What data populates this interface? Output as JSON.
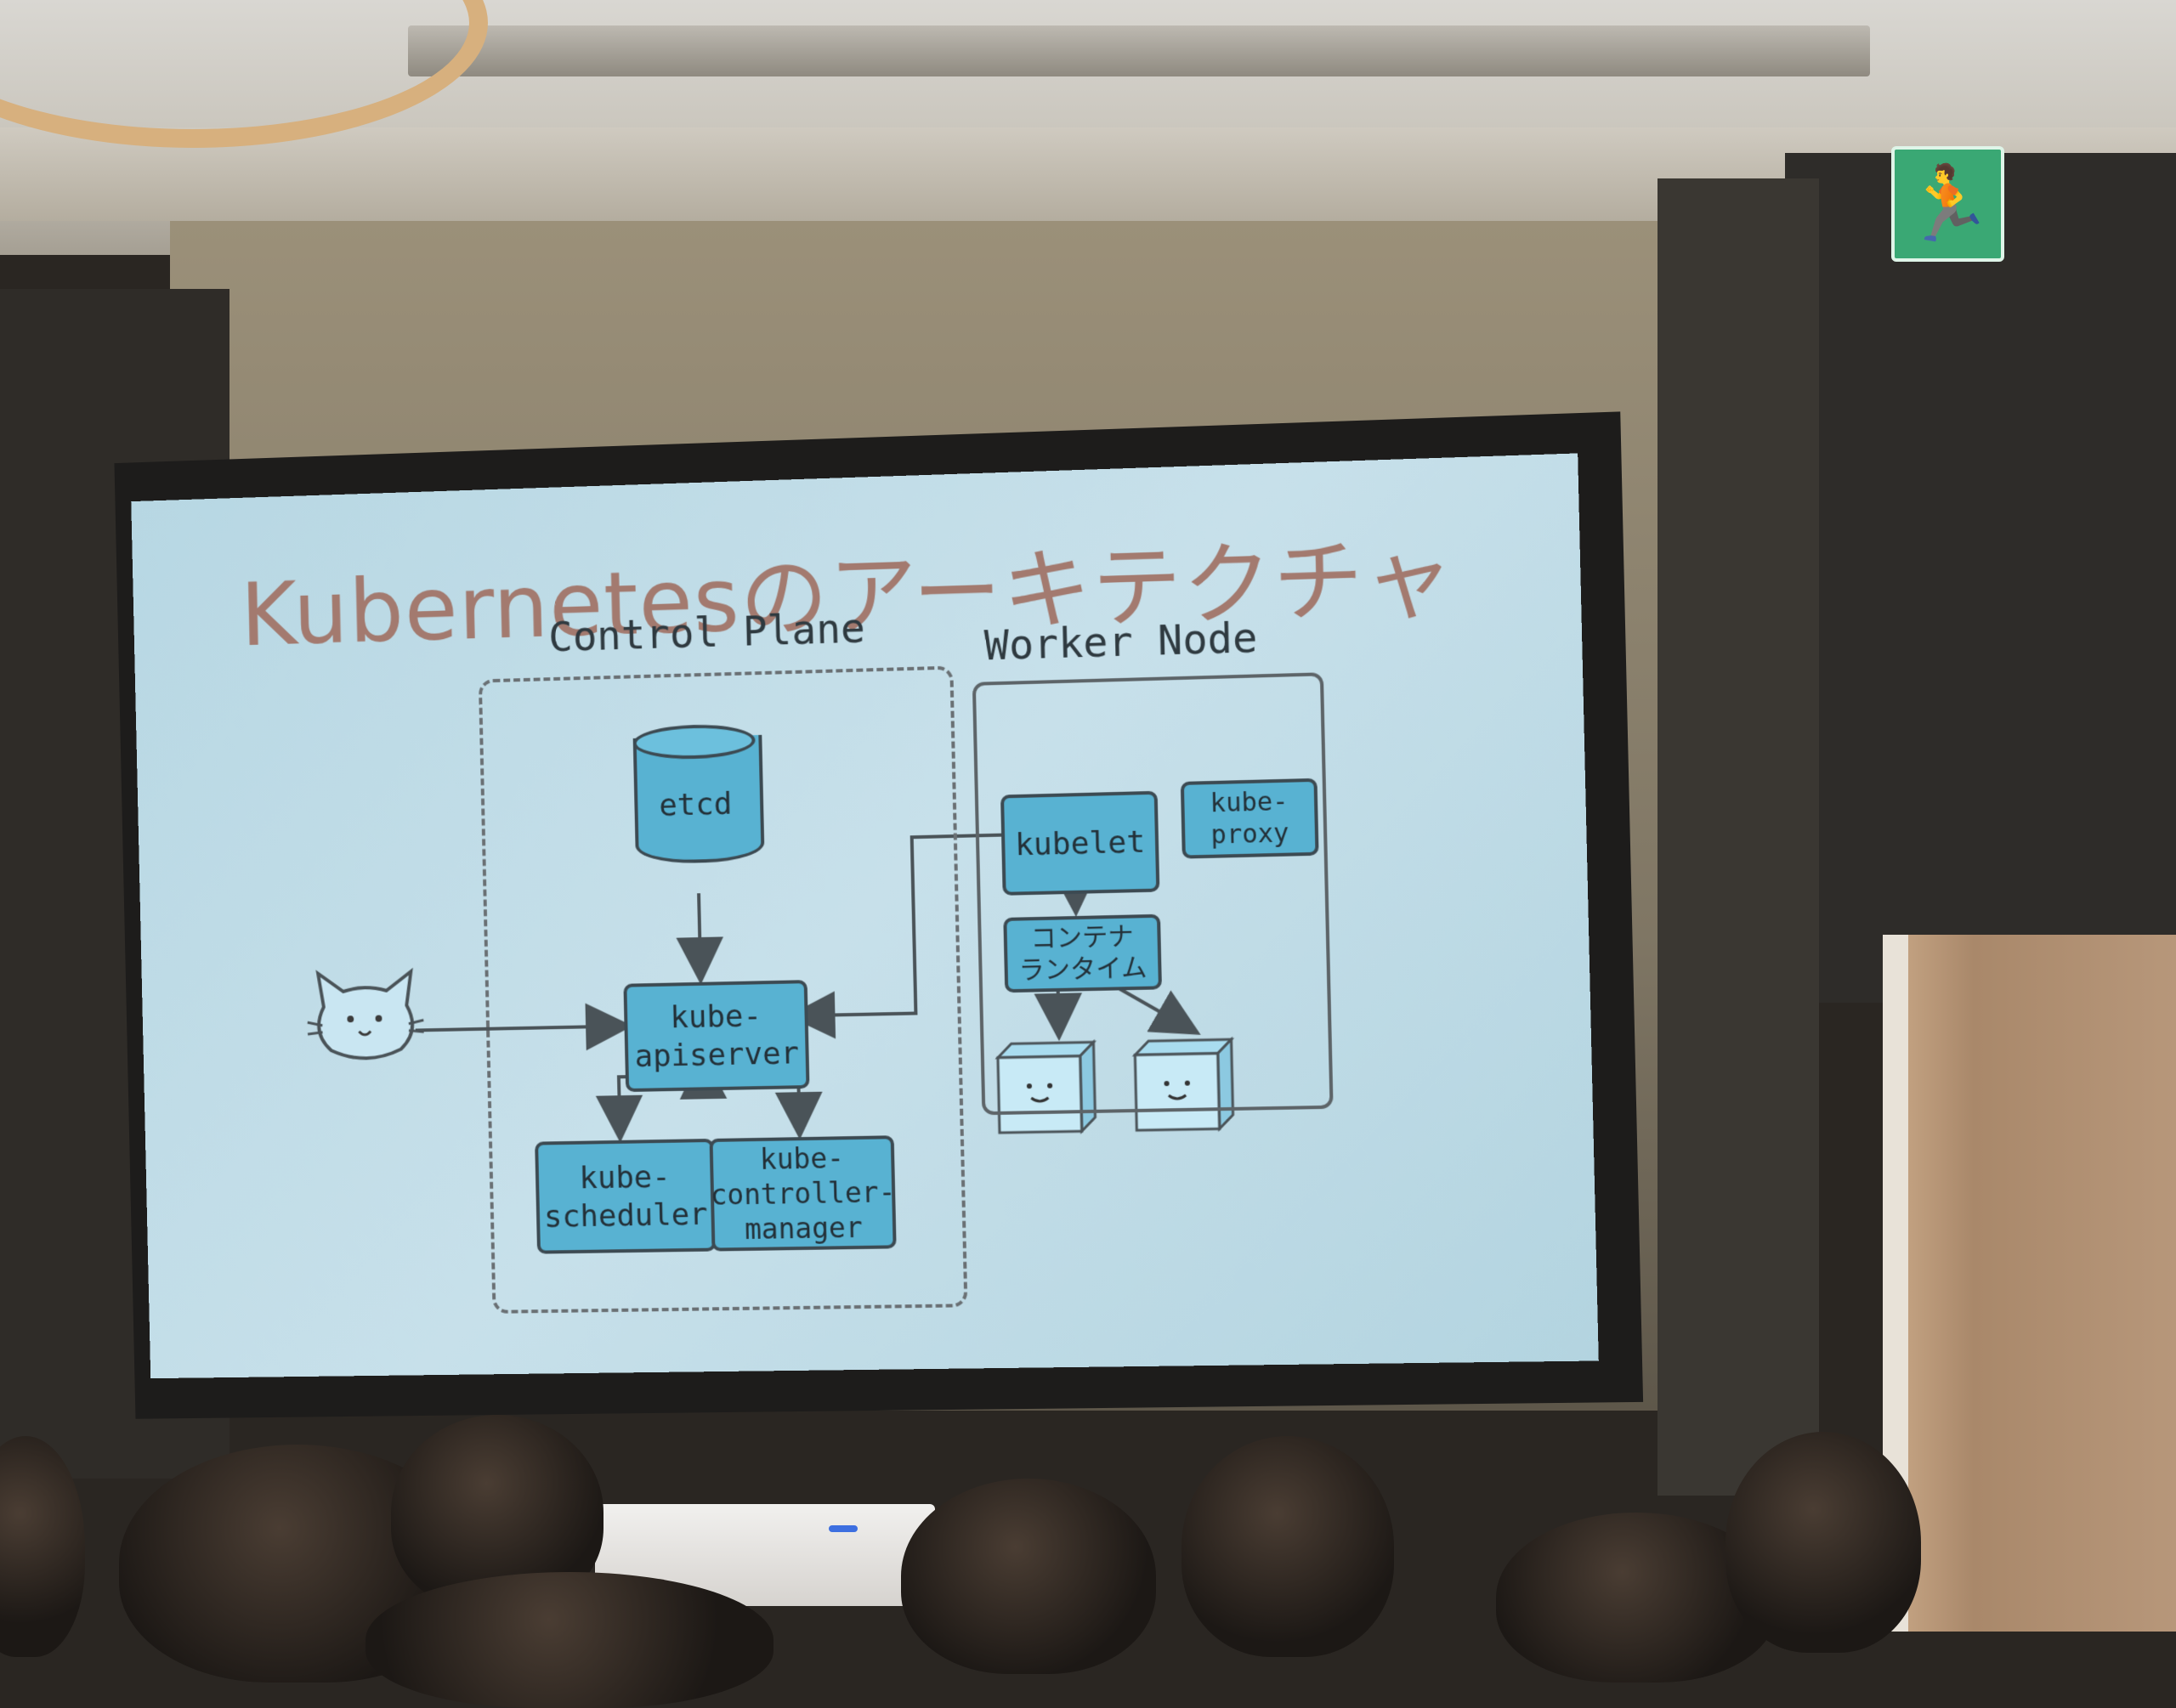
{
  "slide": {
    "title": "Kubernetesのアーキテクチャ",
    "control_plane": {
      "label": "Control Plane",
      "etcd": "etcd",
      "apiserver": "kube-\napiserver",
      "scheduler": "kube-\nscheduler",
      "controller_manager": "kube-\ncontroller-\nmanager"
    },
    "worker_node": {
      "label": "Worker Node",
      "kubelet": "kubelet",
      "kube_proxy": "kube-\nproxy",
      "container_runtime": "コンテナ\nランタイム"
    },
    "colors": {
      "background": "#bcdbe6",
      "component_fill": "#58b2d2",
      "title": "#a37a6f"
    }
  },
  "room": {
    "exit_sign_icon": "emergency-exit-running-man-icon"
  }
}
